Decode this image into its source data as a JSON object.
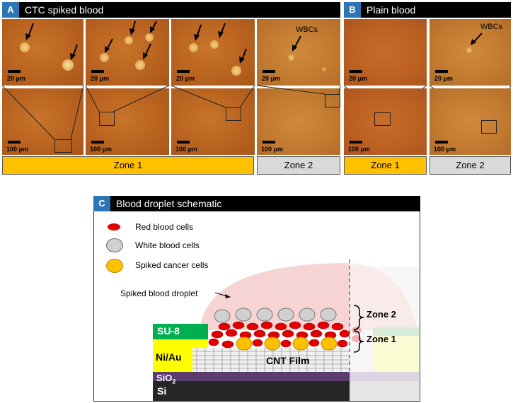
{
  "panel_a": {
    "badge": "A",
    "title": "CTC spiked blood",
    "zone1": "Zone 1",
    "zone2": "Zone 2",
    "wbcs": "WBCs"
  },
  "panel_b": {
    "badge": "B",
    "title": "Plain blood",
    "zone1": "Zone 1",
    "zone2": "Zone 2",
    "wbcs": "WBCs"
  },
  "scale": {
    "small": "20 μm",
    "large": "100 μm"
  },
  "panel_c": {
    "badge": "C",
    "title": "Blood droplet schematic",
    "legend": {
      "rbc": "Red blood cells",
      "wbc": "White blood cells",
      "cancer": "Spiked cancer cells"
    },
    "droplet_label": "Spiked blood droplet",
    "zone2": "Zone 2",
    "zone1": "Zone 1",
    "layers": {
      "su8": "SU-8",
      "niau": "Ni/Au",
      "cnt": "CNT Film",
      "sio2": "SiO",
      "sio2_sub": "2",
      "si": "Si"
    }
  },
  "colors": {
    "badge": "#2e75b6",
    "zone1": "#ffc000",
    "zone2": "#d9d9d9",
    "rbc": "#e00000",
    "wbc": "#d0d0d0",
    "cancer": "#ffc000",
    "su8": "#00b050",
    "niau": "#ffff00",
    "sio2": "#5c3b6f",
    "si": "#262626"
  }
}
